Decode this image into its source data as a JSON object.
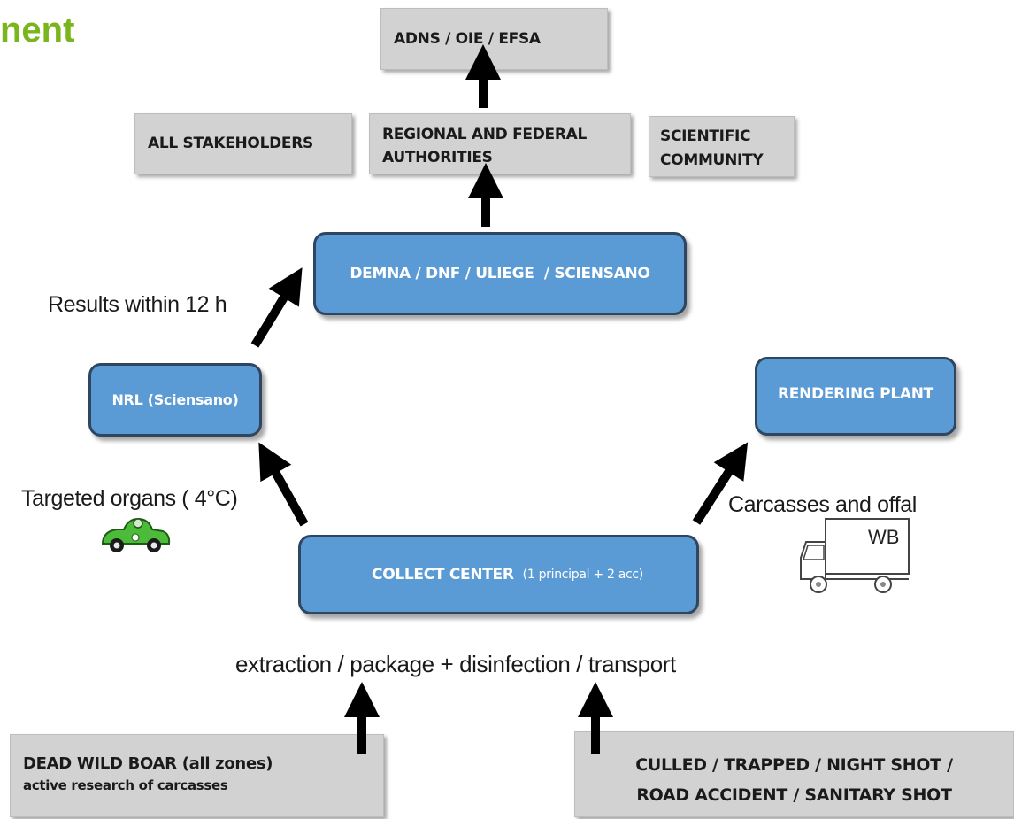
{
  "header": {
    "title_fragment": "nent"
  },
  "top_boxes": {
    "adns": "ADNS / OIE / EFSA",
    "stakeholders": "ALL STAKEHOLDERS",
    "regional_line1": "REGIONAL AND FEDERAL",
    "regional_line2": "AUTHORITIES",
    "scientific_line1": "SCIENTIFIC",
    "scientific_line2": "COMMUNITY"
  },
  "nodes": {
    "demna": "DEMNA / DNF / ULIEGE  / SCIENSANO",
    "nrl": "NRL (Sciensano)",
    "rendering": "RENDERING PLANT",
    "collect_main": "COLLECT CENTER",
    "collect_sub": "(1 principal + 2 acc)"
  },
  "labels": {
    "results": "Results within 12 h",
    "targeted": "Targeted organs ( 4°C)",
    "carcasses": "Carcasses and offal",
    "truck_label": "WB",
    "process": "extraction / package + disinfection / transport"
  },
  "bottom_boxes": {
    "dead_line1": "DEAD WILD BOAR (all zones)",
    "dead_line2": "active research of carcasses",
    "culled_line1": "CULLED / TRAPPED / NIGHT SHOT /",
    "culled_line2": "ROAD ACCIDENT / SANITARY SHOT"
  },
  "colors": {
    "title_green": "#7ab51d",
    "node_blue": "#5b9bd5",
    "node_border": "#2f4660",
    "box_grey": "#d2d2d2"
  }
}
